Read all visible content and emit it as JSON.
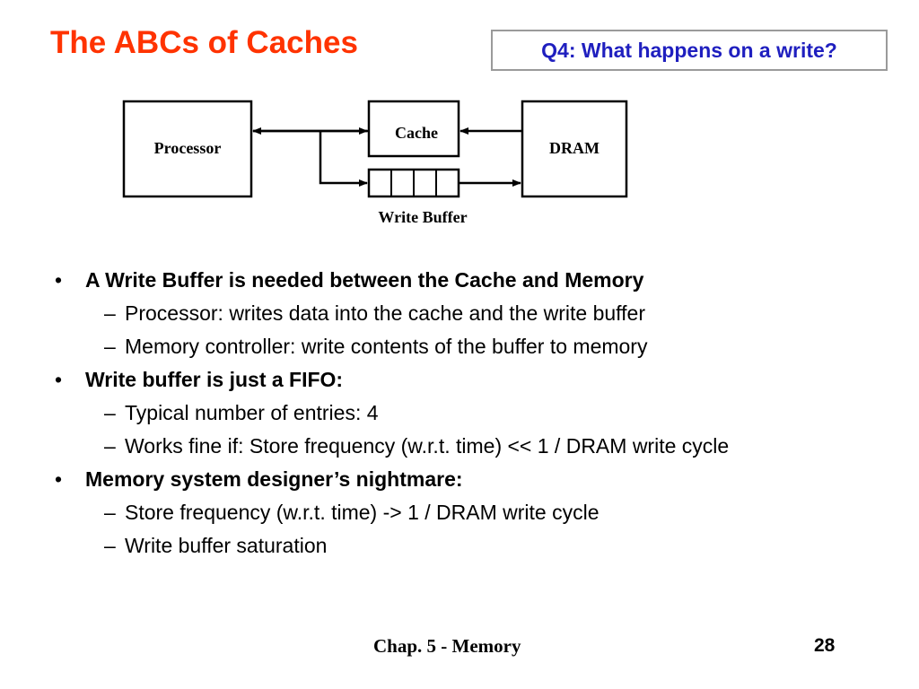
{
  "slide": {
    "title": "The ABCs of Caches",
    "question": "Q4: What happens on a write?"
  },
  "diagram": {
    "processor_label": "Processor",
    "cache_label": "Cache",
    "dram_label": "DRAM",
    "write_buffer_label": "Write Buffer",
    "write_buffer_entries": 4
  },
  "bullets": [
    {
      "text": "A Write Buffer is needed between the Cache and Memory",
      "subs": [
        "Processor: writes data into the cache and the write buffer",
        "Memory controller: write contents of the buffer to memory"
      ]
    },
    {
      "text": "Write buffer is just a FIFO:",
      "subs": [
        "Typical number of entries: 4",
        "Works fine if:  Store frequency (w.r.t. time) << 1 / DRAM write cycle"
      ]
    },
    {
      "text": "Memory system designer’s nightmare:",
      "subs": [
        "Store frequency (w.r.t. time)   ->  1 / DRAM write cycle",
        "Write buffer saturation"
      ]
    }
  ],
  "sub_marker": "–",
  "footer": {
    "chapter": "Chap. 5 - Memory",
    "page_number": "28"
  },
  "colors": {
    "title": "#ff3300",
    "question_text": "#1f1fbf",
    "question_border": "#9a9a9a"
  }
}
